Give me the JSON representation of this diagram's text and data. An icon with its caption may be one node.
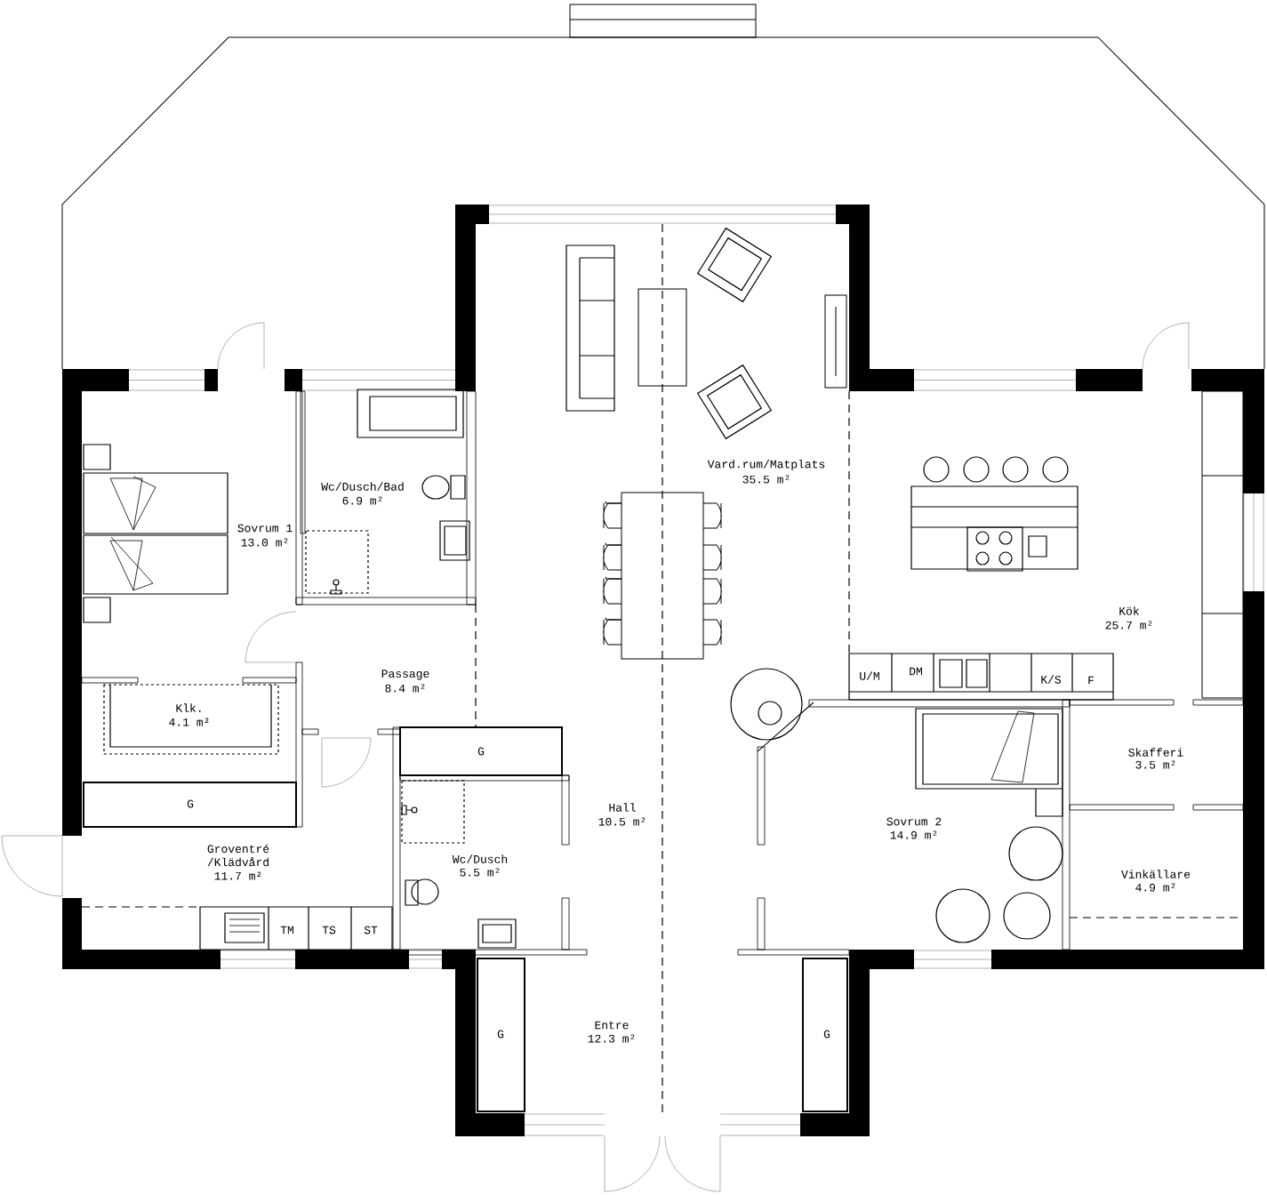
{
  "diagram": {
    "labels": [
      "Vard.rum/Matplats",
      "35.5 m²",
      "Wc/Dusch/Bad",
      "6.9 m²",
      "Sovrum 1",
      "13.0 m²",
      "Kök",
      "25.7 m²",
      "Passage",
      "8.4 m²",
      "U/M",
      "DM",
      "K/S",
      "F",
      "Klk.",
      "4.1 m²",
      "G",
      "Skafferi",
      "3.5 m²",
      "G",
      "Hall",
      "10.5 m²",
      "Sovrum 2",
      "14.9 m²",
      "Groventré /Klädvård",
      "11.7 m²",
      "Wc/Dusch",
      "5.5 m²",
      "Vinkällare",
      "4.9 m²",
      "TM",
      "TS",
      "ST",
      "Entre",
      "12.3 m²",
      "G",
      "G"
    ]
  }
}
